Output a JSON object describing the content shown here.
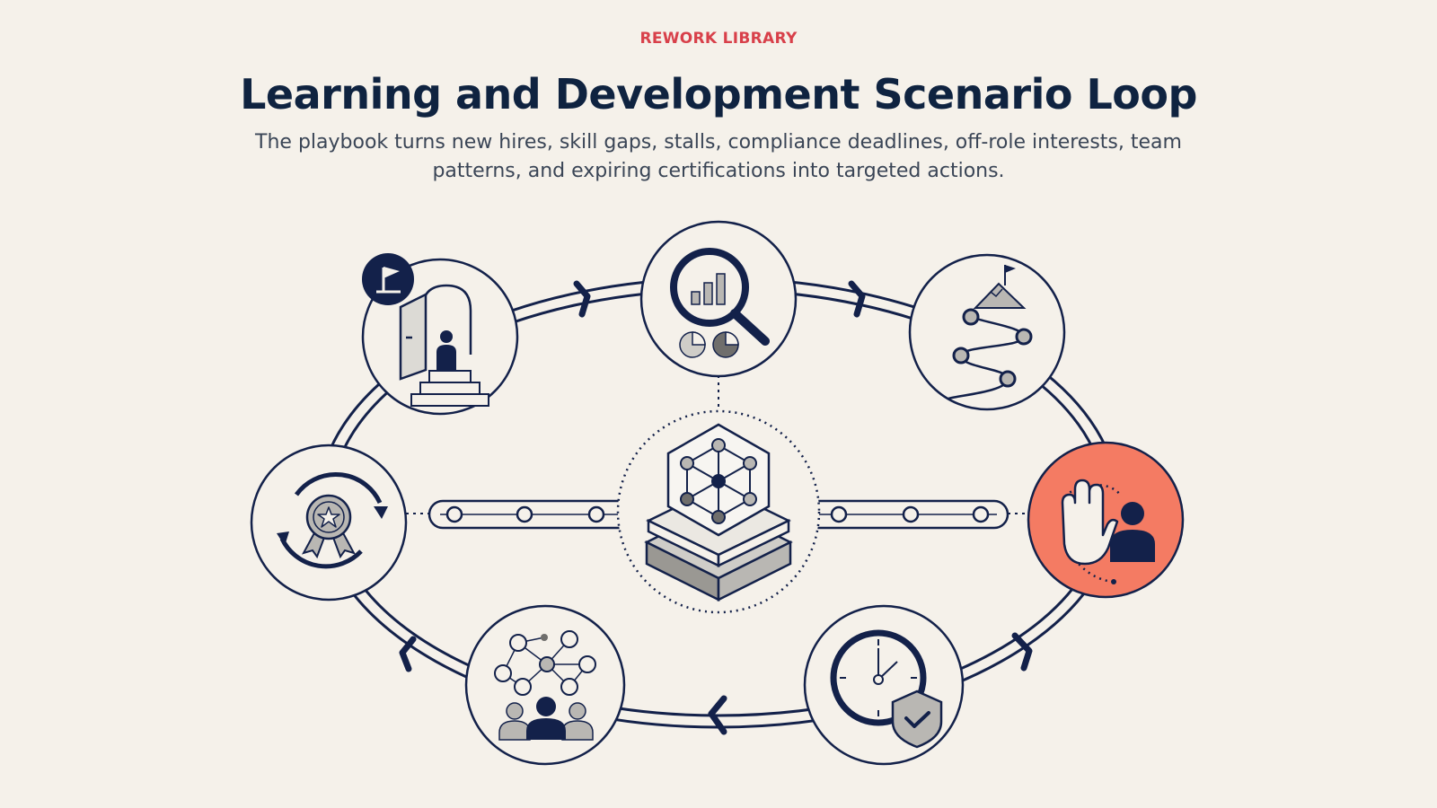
{
  "header": {
    "eyebrow": "REWORK LIBRARY",
    "title": "Learning and Development Scenario Loop",
    "subtitle": "The playbook turns new hires, skill gaps, stalls, compliance deadlines, off-role interests, team patterns, and expiring certifications into targeted actions."
  },
  "colors": {
    "background": "#f5f1ea",
    "navy": "#13214a",
    "accent_red": "#d8404a",
    "highlight_coral": "#f47b63",
    "gray_fill": "#b9b7b3",
    "dark_gray_fill": "#6f6e6c"
  },
  "diagram": {
    "type": "cycle",
    "nodes": [
      {
        "id": "new-hire",
        "icon": "door-person-flag-icon"
      },
      {
        "id": "skill-gap",
        "icon": "magnifier-chart-icon"
      },
      {
        "id": "stall",
        "icon": "mountain-path-icon"
      },
      {
        "id": "off-role-interest",
        "icon": "hand-stop-person-icon",
        "highlighted": true
      },
      {
        "id": "compliance-deadline",
        "icon": "clock-shield-icon"
      },
      {
        "id": "team-pattern",
        "icon": "network-team-icon"
      },
      {
        "id": "expiring-certification",
        "icon": "award-renew-icon"
      }
    ],
    "hub": {
      "icon": "data-cube-icon"
    }
  }
}
